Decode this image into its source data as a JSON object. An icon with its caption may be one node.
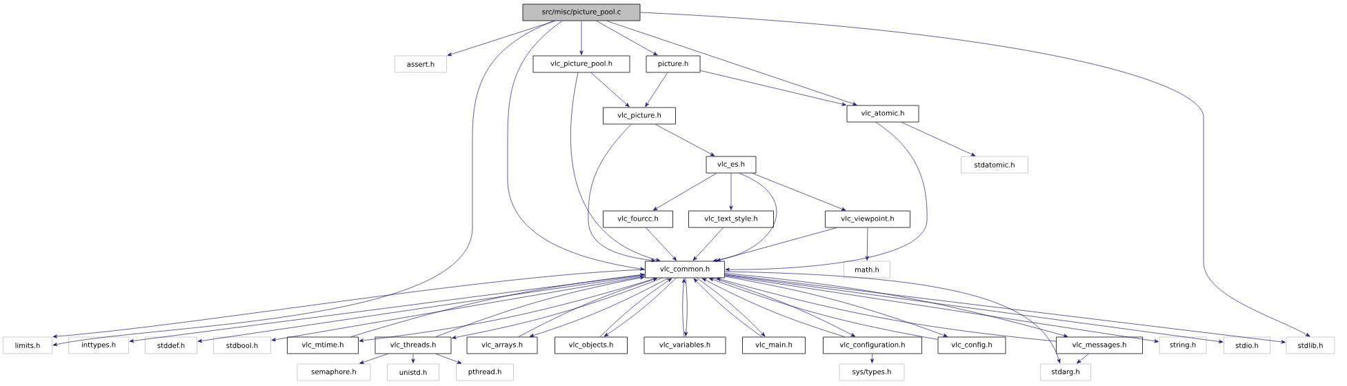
{
  "diagram": {
    "nodes": [
      {
        "text": [
          "src/misc/picture_pool.c"
        ]
      },
      {
        "text": [
          "assert.h"
        ]
      },
      {
        "text": [
          "vlc_picture_pool.h"
        ]
      },
      {
        "text": [
          "picture.h"
        ]
      },
      {
        "text": [
          "vlc_picture.h"
        ]
      },
      {
        "text": [
          "vlc_atomic.h"
        ]
      },
      {
        "text": [
          "vlc_es.h"
        ]
      },
      {
        "text": [
          "stdatomic.h"
        ]
      },
      {
        "text": [
          "vlc_fourcc.h"
        ]
      },
      {
        "text": [
          "vlc_text_style.h"
        ]
      },
      {
        "text": [
          "vlc_viewpoint.h"
        ]
      },
      {
        "text": [
          "vlc_common.h"
        ]
      },
      {
        "text": [
          "math.h"
        ]
      },
      {
        "text": [
          "limits.h"
        ]
      },
      {
        "text": [
          "inttypes.h"
        ]
      },
      {
        "text": [
          "stddef.h"
        ]
      },
      {
        "text": [
          "stdbool.h"
        ]
      },
      {
        "text": [
          "vlc_mtime.h"
        ]
      },
      {
        "text": [
          "vlc_threads.h"
        ]
      },
      {
        "text": [
          "vlc_arrays.h"
        ]
      },
      {
        "text": [
          "vlc_objects.h"
        ]
      },
      {
        "text": [
          "vlc_variables.h"
        ]
      },
      {
        "text": [
          "vlc_main.h"
        ]
      },
      {
        "text": [
          "vlc_configuration.h"
        ]
      },
      {
        "text": [
          "vlc_config.h"
        ]
      },
      {
        "text": [
          "vlc_messages.h"
        ]
      },
      {
        "text": [
          "string.h"
        ]
      },
      {
        "text": [
          "stdio.h"
        ]
      },
      {
        "text": [
          "stdlib.h"
        ]
      },
      {
        "text": [
          "semaphore.h"
        ]
      },
      {
        "text": [
          "unistd.h"
        ]
      },
      {
        "text": [
          "pthread.h"
        ]
      },
      {
        "text": [
          "sys/types.h"
        ]
      },
      {
        "text": [
          "stdarg.h"
        ]
      }
    ],
    "edges": [
      {
        "from": 0,
        "to": 1,
        "arrow": "to"
      },
      {
        "from": 0,
        "to": 2,
        "arrow": "to"
      },
      {
        "from": 0,
        "to": 3,
        "arrow": "to"
      },
      {
        "from": 0,
        "to": 5,
        "arrow": "to"
      },
      {
        "from": 0,
        "to": 28,
        "arrow": "to"
      },
      {
        "from": 0,
        "to": 13,
        "arrow": "to"
      },
      {
        "from": 0,
        "to": 11,
        "arrow": "to"
      },
      {
        "from": 2,
        "to": 4,
        "arrow": "to"
      },
      {
        "from": 2,
        "to": 11,
        "arrow": "to"
      },
      {
        "from": 3,
        "to": 4,
        "arrow": "to"
      },
      {
        "from": 3,
        "to": 5,
        "arrow": "to"
      },
      {
        "from": 4,
        "to": 6,
        "arrow": "to"
      },
      {
        "from": 4,
        "to": 11,
        "arrow": "to"
      },
      {
        "from": 5,
        "to": 7,
        "arrow": "to"
      },
      {
        "from": 5,
        "to": 11,
        "arrow": "to"
      },
      {
        "from": 6,
        "to": 8,
        "arrow": "to"
      },
      {
        "from": 6,
        "to": 9,
        "arrow": "to"
      },
      {
        "from": 6,
        "to": 10,
        "arrow": "to"
      },
      {
        "from": 6,
        "to": 11,
        "arrow": "to"
      },
      {
        "from": 8,
        "to": 11,
        "arrow": "to"
      },
      {
        "from": 9,
        "to": 11,
        "arrow": "to"
      },
      {
        "from": 10,
        "to": 11,
        "arrow": "to"
      },
      {
        "from": 10,
        "to": 12,
        "arrow": "to"
      },
      {
        "from": 11,
        "to": 13,
        "arrow": "to"
      },
      {
        "from": 11,
        "to": 14,
        "arrow": "to"
      },
      {
        "from": 11,
        "to": 15,
        "arrow": "to"
      },
      {
        "from": 11,
        "to": 16,
        "arrow": "to"
      },
      {
        "from": 11,
        "to": 17,
        "arrow": "to"
      },
      {
        "from": 17,
        "to": 11,
        "arrow": "to"
      },
      {
        "from": 11,
        "to": 18,
        "arrow": "to"
      },
      {
        "from": 18,
        "to": 11,
        "arrow": "to"
      },
      {
        "from": 11,
        "to": 19,
        "arrow": "to"
      },
      {
        "from": 19,
        "to": 11,
        "arrow": "to"
      },
      {
        "from": 11,
        "to": 20,
        "arrow": "to"
      },
      {
        "from": 20,
        "to": 11,
        "arrow": "to"
      },
      {
        "from": 11,
        "to": 21,
        "arrow": "to"
      },
      {
        "from": 21,
        "to": 11,
        "arrow": "to"
      },
      {
        "from": 11,
        "to": 22,
        "arrow": "to"
      },
      {
        "from": 22,
        "to": 11,
        "arrow": "to"
      },
      {
        "from": 11,
        "to": 23,
        "arrow": "to"
      },
      {
        "from": 23,
        "to": 11,
        "arrow": "to"
      },
      {
        "from": 11,
        "to": 24,
        "arrow": "to"
      },
      {
        "from": 24,
        "to": 11,
        "arrow": "to"
      },
      {
        "from": 11,
        "to": 25,
        "arrow": "to"
      },
      {
        "from": 25,
        "to": 11,
        "arrow": "to"
      },
      {
        "from": 11,
        "to": 26,
        "arrow": "to"
      },
      {
        "from": 11,
        "to": 27,
        "arrow": "to"
      },
      {
        "from": 11,
        "to": 28,
        "arrow": "to"
      },
      {
        "from": 11,
        "to": 33,
        "arrow": "to"
      },
      {
        "from": 18,
        "to": 29,
        "arrow": "to"
      },
      {
        "from": 18,
        "to": 30,
        "arrow": "to"
      },
      {
        "from": 18,
        "to": 31,
        "arrow": "to"
      },
      {
        "from": 23,
        "to": 32,
        "arrow": "to"
      },
      {
        "from": 25,
        "to": 33,
        "arrow": "to"
      }
    ]
  }
}
